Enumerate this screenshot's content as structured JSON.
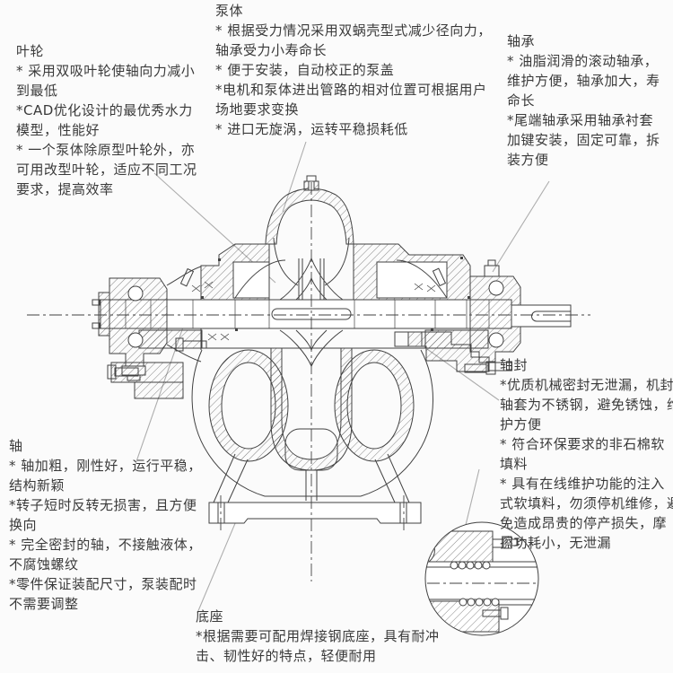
{
  "colors": {
    "background": "#fbfbfb",
    "line": "#424242",
    "leader": "#adadad",
    "text": "#3a3a3a"
  },
  "diagram_subject": "双吸式离心泵剖面图",
  "annotations": {
    "impeller": {
      "title": "叶轮",
      "lines": [
        "* 采用双吸叶轮使轴向力减小",
        "到最低",
        "*CAD优化设计的最优秀水力",
        "模型，性能好",
        "* 一个泵体除原型叶轮外，亦",
        "可用改型叶轮，适应不同工况",
        "要求，提高效率"
      ]
    },
    "pump_body": {
      "title": "泵体",
      "lines": [
        "* 根据受力情况采用双蜗壳型式减少径向力，",
        "轴承受力小寿命长",
        "* 便于安装，自动校正的泵盖",
        "*电机和泵体进出管路的相对位置可根据用户",
        "场地要求变换",
        "* 进口无旋涡，运转平稳损耗低"
      ]
    },
    "bearing": {
      "title": "轴承",
      "lines": [
        "* 油脂润滑的滚动轴承，",
        "维护方便，轴承加大，寿",
        "命长",
        "*尾端轴承采用轴承衬套",
        "加键安装，固定可靠，拆",
        "装方便"
      ]
    },
    "shaft_seal": {
      "title": "轴封",
      "lines": [
        "*优质机械密封无泄漏，机封",
        "轴套为不锈钢，避免锈蚀，维",
        "护方便",
        "* 符合环保要求的非石棉软",
        "填料",
        "* 具有在线维护功能的注入",
        "式软填料，勿须停机维修，避",
        "免造成昂贵的停产损失，摩",
        "擦功耗小，无泄漏"
      ]
    },
    "shaft": {
      "title": "轴",
      "lines": [
        "* 轴加粗，刚性好，运行平稳，",
        "结构新颖",
        "*转子短时反转无损害，且方便",
        "换向",
        "* 完全密封的轴，不接触液体，",
        "不腐蚀螺纹",
        "*零件保证装配尺寸，泵装配时",
        "不需要调整"
      ]
    },
    "base": {
      "title": "底座",
      "lines": [
        "*根据需要可配用焊接钢底座，具有耐冲",
        "击、韧性好的特点，轻便耐用"
      ]
    }
  }
}
